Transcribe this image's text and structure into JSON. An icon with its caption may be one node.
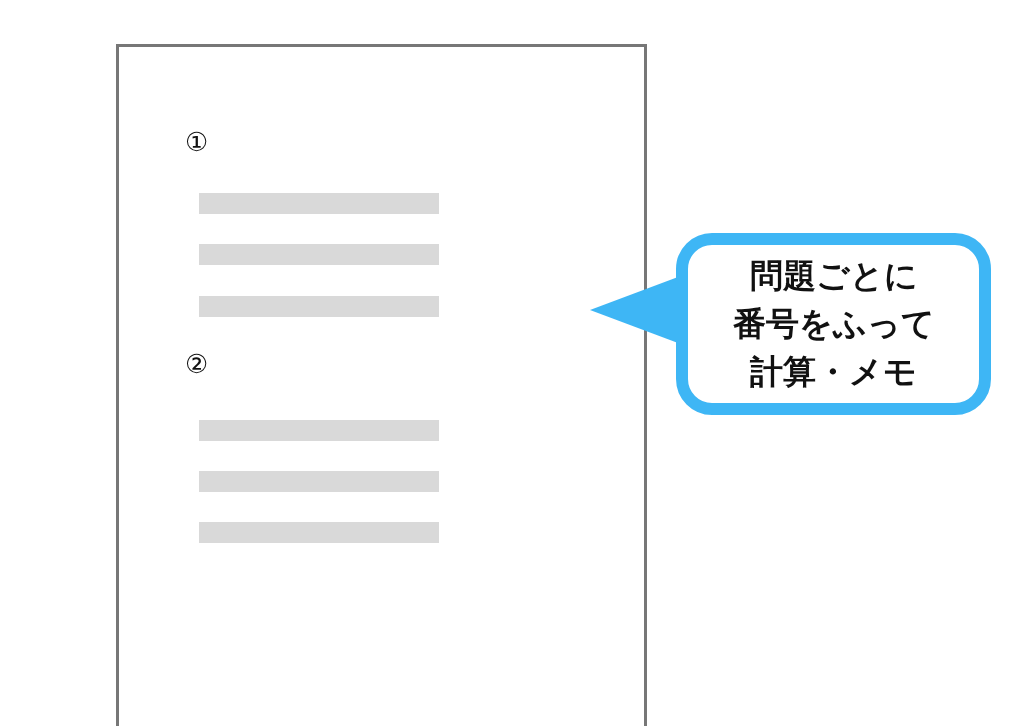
{
  "diagram": {
    "nodes": [
      {
        "text": [
          "①",
          "②"
        ]
      },
      {
        "text": [
          "問題ごとに番号をふって計算・メモ"
        ]
      }
    ]
  }
}
